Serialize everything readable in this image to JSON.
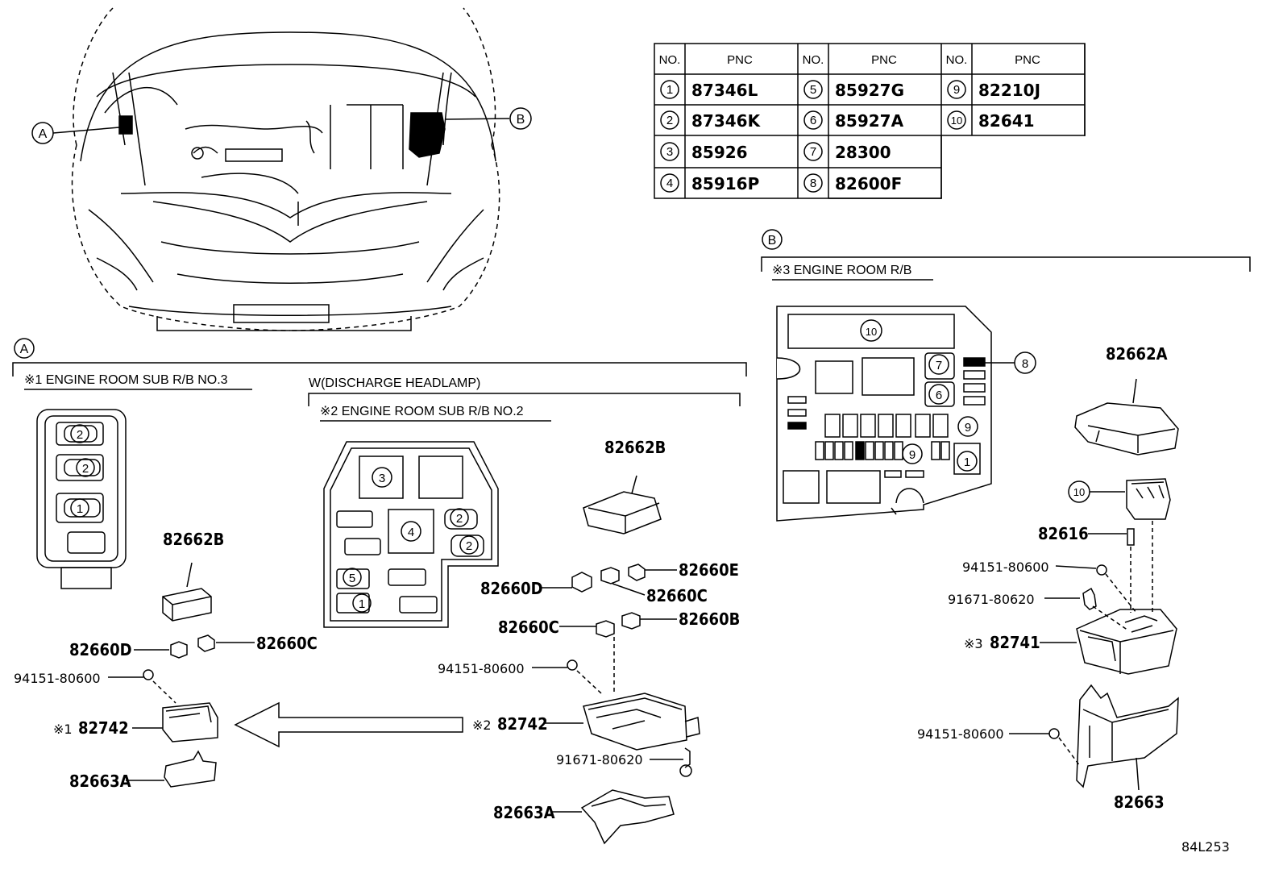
{
  "pnc_table": {
    "header_no": "NO.",
    "header_pnc": "PNC",
    "rows": [
      {
        "no": "1",
        "pnc": "87346L"
      },
      {
        "no": "2",
        "pnc": "87346K"
      },
      {
        "no": "3",
        "pnc": "85926"
      },
      {
        "no": "4",
        "pnc": "85916P"
      },
      {
        "no": "5",
        "pnc": "85927G"
      },
      {
        "no": "6",
        "pnc": "85927A"
      },
      {
        "no": "7",
        "pnc": "28300"
      },
      {
        "no": "8",
        "pnc": "82600F"
      },
      {
        "no": "9",
        "pnc": "82210J"
      },
      {
        "no": "10",
        "pnc": "82641"
      }
    ]
  },
  "callouts": {
    "a": "A",
    "b": "B"
  },
  "sections": {
    "s1": "※1 ENGINE ROOM SUB R/B NO.3",
    "w": "W(DISCHARGE HEADLAMP)",
    "s2": "※2 ENGINE ROOM SUB R/B NO.2",
    "s3": "※3 ENGINE ROOM R/B"
  },
  "parts": {
    "p82662B_1": "82662B",
    "p82660D_1": "82660D",
    "p82660C_1": "82660C",
    "p94151_1": "94151-80600",
    "p82742_1_mark": "※1",
    "p82742_1": "82742",
    "p82663A_1": "82663A",
    "p82662B_2": "82662B",
    "p82660D_2": "82660D",
    "p82660E_2": "82660E",
    "p82660C_2a": "82660C",
    "p82660C_2b": "82660C",
    "p82660B_2": "82660B",
    "p94151_2": "94151-80600",
    "p82742_2_mark": "※2",
    "p82742_2": "82742",
    "p91671_2": "91671-80620",
    "p82663A_2": "82663A",
    "p82662A_3": "82662A",
    "p82616_3": "82616",
    "p94151_3a": "94151-80600",
    "p91671_3": "91671-80620",
    "p82741_3_mark": "※3",
    "p82741_3": "82741",
    "p94151_3b": "94151-80600",
    "p82663_3": "82663"
  },
  "box_numbers": {
    "n1": "1",
    "n2": "2",
    "n3": "3",
    "n4": "4",
    "n5": "5",
    "n6": "6",
    "n7": "7",
    "n8": "8",
    "n9": "9",
    "n10": "10"
  },
  "figure_code": "84L253"
}
